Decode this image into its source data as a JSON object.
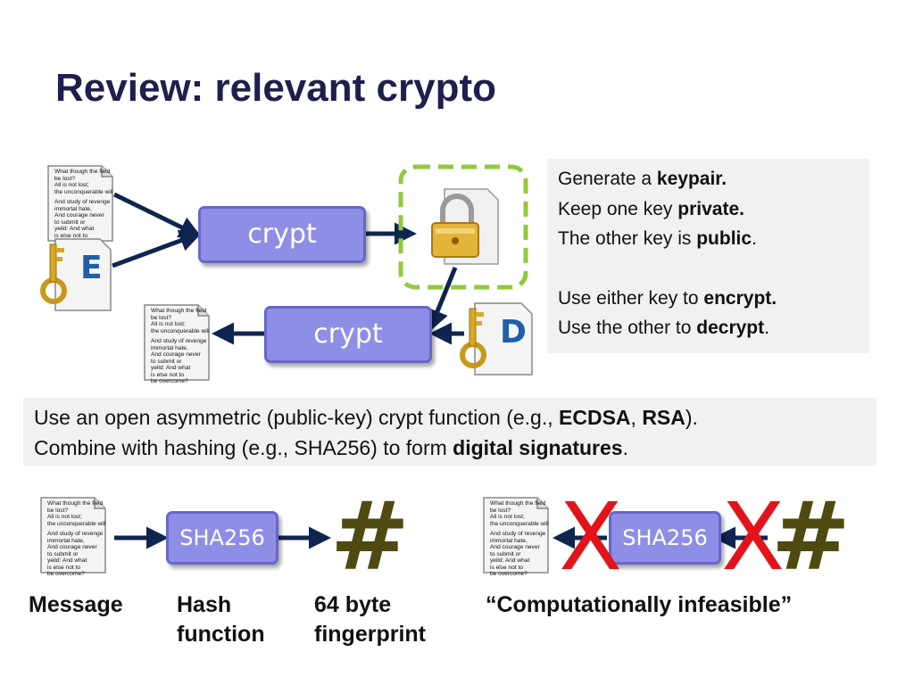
{
  "title": "Review: relevant crypto",
  "document_text": [
    "What though the field",
    "be lost?",
    "All is not lost;",
    "the unconquerable will",
    "",
    "And study of revenge",
    "immortal hate,",
    "And courage never",
    "to submit or",
    "yeild: And what",
    "is else not to",
    "be overcome?"
  ],
  "crypt_label": "crypt",
  "sha_label": "SHA256",
  "key_e_label": "E",
  "key_d_label": "D",
  "hash_symbol": "#",
  "x_symbol": "X",
  "info": {
    "line1_pre": "Generate a ",
    "line1_bold": "keypair.",
    "line2_pre": "Keep one key ",
    "line2_bold": "private.",
    "line3_pre": "The other key is ",
    "line3_bold": "public",
    "line3_post": ".",
    "line4_pre": "Use either key to ",
    "line4_bold": "encrypt.",
    "line5_pre": "Use the other to ",
    "line5_bold": "decrypt",
    "line5_post": "."
  },
  "summary": {
    "l1_pre": "Use an open asymmetric (public-key) crypt function (e.g., ",
    "l1_b1": "ECDSA",
    "l1_mid": ", ",
    "l1_b2": "RSA",
    "l1_post": ").",
    "l2_pre": "Combine with hashing (e.g., SHA256) to form ",
    "l2_bold": "digital signatures",
    "l2_post": "."
  },
  "captions": {
    "message": "Message",
    "hash_fn_1": "Hash",
    "hash_fn_2": "function",
    "fingerprint_1": "64 byte",
    "fingerprint_2": "fingerprint",
    "infeasible": "“Computationally infeasible”"
  },
  "colors": {
    "arrow": "#0f2550",
    "pill": "#8e8ee6",
    "pill_border": "#6767c8",
    "dashed_box": "#92c83e",
    "hash": "#4f4a10",
    "red_x": "#e3131b",
    "title": "#1f1f4e"
  },
  "icons": [
    "document-icon",
    "key-icon",
    "padlock-icon",
    "hash-icon",
    "cross-icon"
  ]
}
